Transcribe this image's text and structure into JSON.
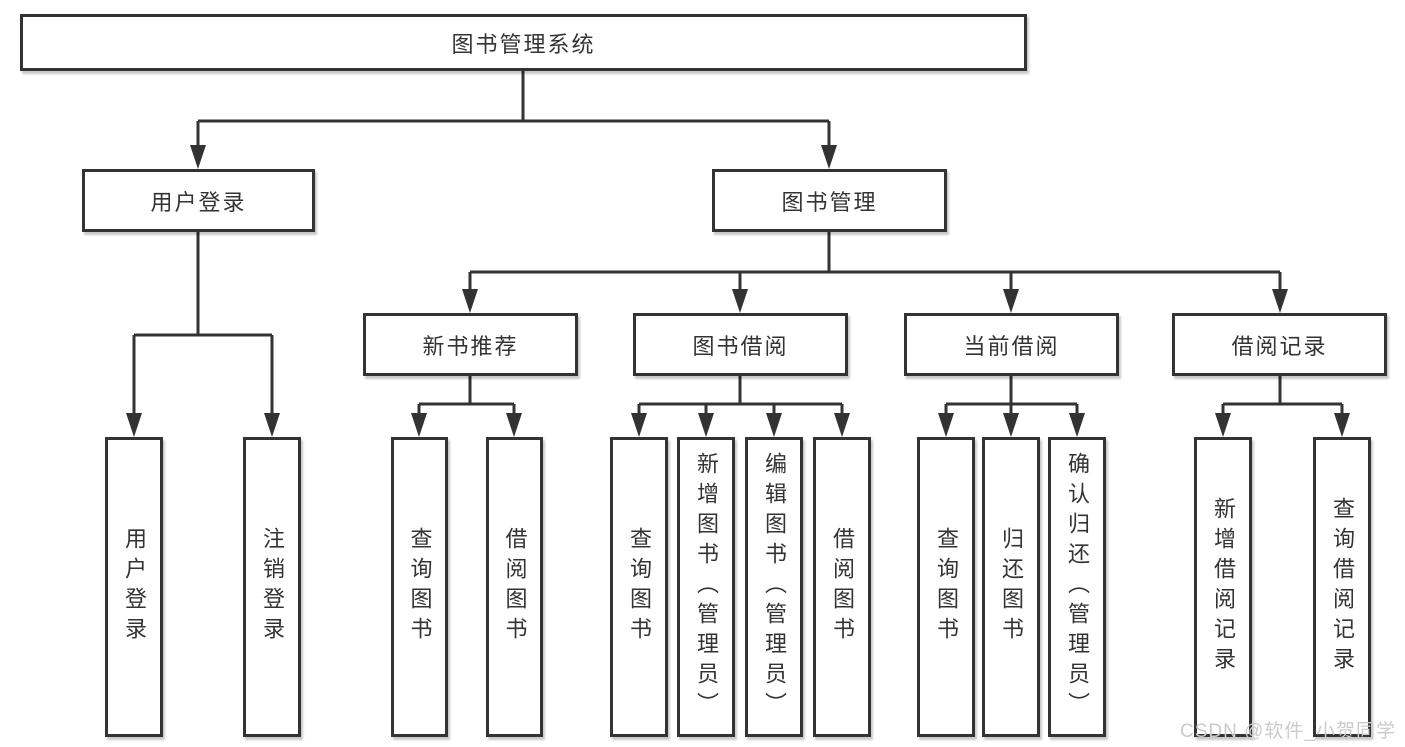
{
  "colors": {
    "line": "#333333",
    "box_border": "#333333",
    "box_background": "#ffffff",
    "text": "#333333",
    "watermark_text_color": "#cbcbcb"
  },
  "tree": {
    "root": {
      "label": "图书管理系统"
    },
    "branches": [
      {
        "label": "用户登录",
        "children": [
          {
            "label": "用户登录"
          },
          {
            "label": "注销登录"
          }
        ]
      },
      {
        "label": "图书管理",
        "children": [
          {
            "label": "新书推荐",
            "children": [
              {
                "label": "查询图书"
              },
              {
                "label": "借阅图书"
              }
            ]
          },
          {
            "label": "图书借阅",
            "children": [
              {
                "label": "查询图书"
              },
              {
                "label": "新增图书（管理员）"
              },
              {
                "label": "编辑图书（管理员）"
              },
              {
                "label": "借阅图书"
              }
            ]
          },
          {
            "label": "当前借阅",
            "children": [
              {
                "label": "查询图书"
              },
              {
                "label": "归还图书"
              },
              {
                "label": "确认归还（管理员）"
              }
            ]
          },
          {
            "label": "借阅记录",
            "children": [
              {
                "label": "新增借阅记录"
              },
              {
                "label": "查询借阅记录"
              }
            ]
          }
        ]
      }
    ]
  },
  "watermark": {
    "text": "CSDN @软件_小贺同学"
  }
}
